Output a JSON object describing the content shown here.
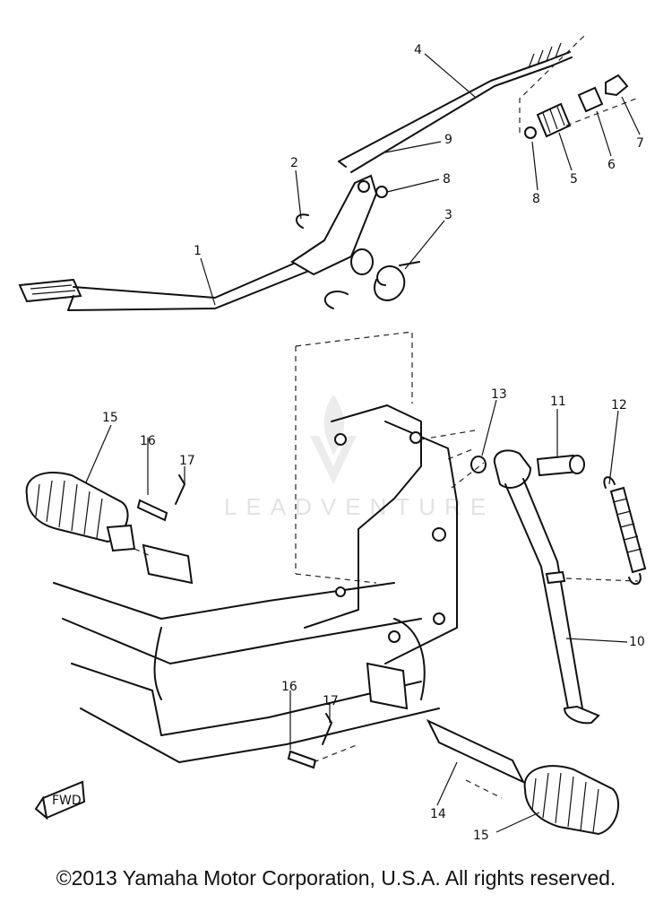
{
  "callouts": [
    "1",
    "2",
    "3",
    "4",
    "5",
    "6",
    "7",
    "8",
    "8",
    "9",
    "10",
    "11",
    "12",
    "13",
    "14",
    "15",
    "15",
    "16",
    "16",
    "17",
    "17"
  ],
  "watermark": "LEADVENTURE",
  "fwd_label": "FWD",
  "copyright": "©2013 Yamaha Motor Corporation, U.S.A. All rights reserved."
}
